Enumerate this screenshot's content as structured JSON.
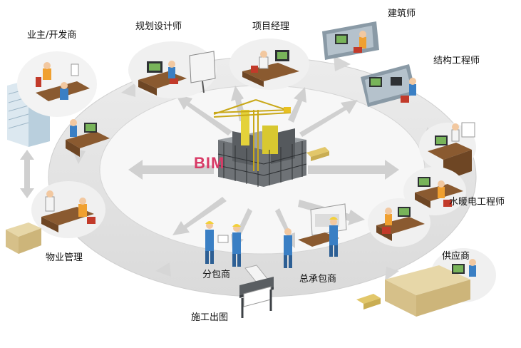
{
  "center": {
    "label": "BIM"
  },
  "stakeholders": [
    {
      "id": "owner",
      "label": "业主/开发商"
    },
    {
      "id": "planner",
      "label": "规划设计师"
    },
    {
      "id": "pm",
      "label": "项目经理"
    },
    {
      "id": "architect",
      "label": "建筑师"
    },
    {
      "id": "structural",
      "label": "结构工程师"
    },
    {
      "id": "mep",
      "label": "水暖电工程师"
    },
    {
      "id": "supplier",
      "label": "供应商"
    },
    {
      "id": "general_contractor",
      "label": "总承包商"
    },
    {
      "id": "subcontractor",
      "label": "分包商"
    },
    {
      "id": "drawing",
      "label": "施工出图"
    },
    {
      "id": "facility",
      "label": "物业管理"
    }
  ],
  "colors": {
    "ring": "#e4e4e4",
    "ring_edge": "#cfcfcf",
    "inner_field": "#f6f6f6",
    "bim_text": "#d83a66",
    "arrow": "#d2d2d2",
    "desk": "#8a5a30",
    "shirt_orange": "#f0a030",
    "shirt_blue": "#3a7fc4",
    "chair": "#c23a2a",
    "crane": "#e8c020"
  }
}
